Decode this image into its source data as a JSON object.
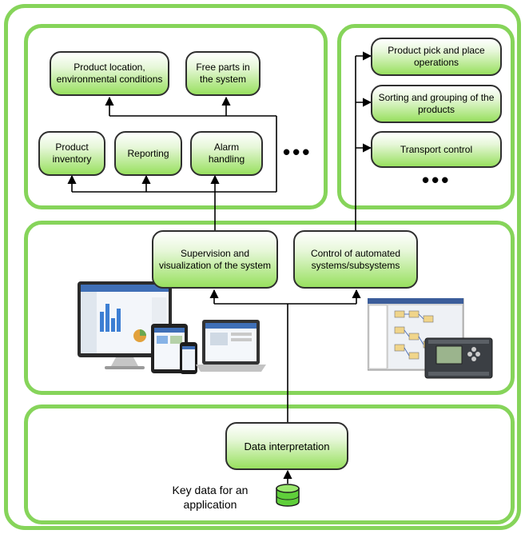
{
  "colors": {
    "panel_border": "#86d45a",
    "node_fill_bottom": "#98e05f",
    "node_border": "#2f2f2f",
    "arrow": "#000000"
  },
  "top_left": {
    "nodes": {
      "product_location": "Product location, environmental conditions",
      "free_parts": "Free parts in the system",
      "product_inventory": "Product inventory",
      "reporting": "Reporting",
      "alarm_handling": "Alarm handling"
    },
    "ellipsis": "•••"
  },
  "top_right": {
    "nodes": {
      "pick_place": "Product pick and place operations",
      "sorting": "Sorting and grouping of the products",
      "transport": "Transport control"
    },
    "ellipsis": "•••"
  },
  "middle": {
    "nodes": {
      "supervision": "Supervision and visualization of the system",
      "control": "Control of automated systems/subsystems"
    },
    "images": [
      "devices-illustration",
      "plc-software-illustration"
    ]
  },
  "bottom": {
    "nodes": {
      "interpretation": "Data interpretation"
    },
    "caption": "Key data for an application",
    "icon": "database-icon"
  }
}
